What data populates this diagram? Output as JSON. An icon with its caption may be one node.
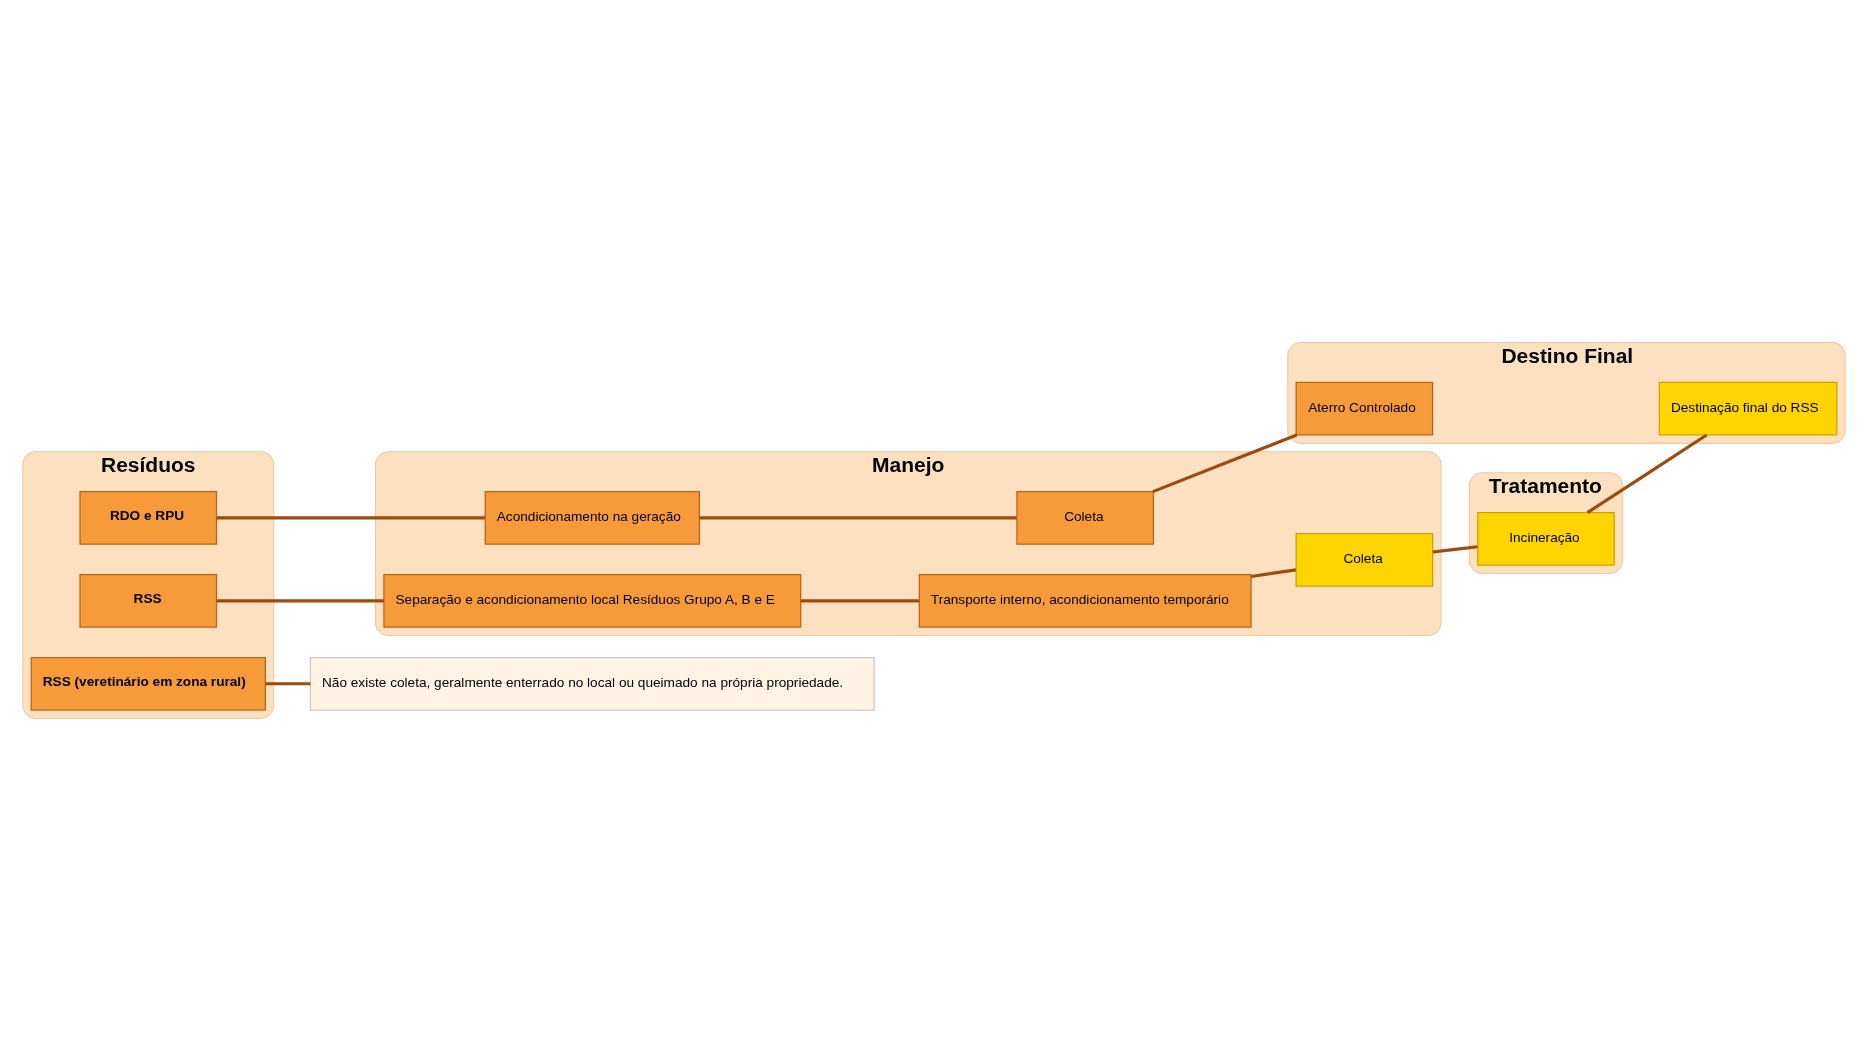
{
  "diagram": {
    "nodes": [
      {
        "text": [
          "Resíduos"
        ]
      },
      {
        "text": [
          "Manejo"
        ]
      },
      {
        "text": [
          "Tratamento"
        ]
      },
      {
        "text": [
          "Destino Final"
        ]
      },
      {
        "text": [
          "RDO e RPU"
        ],
        "in": 0
      },
      {
        "text": [
          "Acondicionamento na geração"
        ],
        "in": 1
      },
      {
        "text": [
          "Coleta"
        ],
        "in": 1
      },
      {
        "text": [
          "Aterro Controlado"
        ],
        "in": 3
      },
      {
        "text": [
          "RSS"
        ],
        "in": 0
      },
      {
        "text": [
          "Separação e acondicionamento local Resíduos Grupo A, B e E"
        ],
        "in": 1
      },
      {
        "text": [
          "Transporte interno, acondicionamento temporário"
        ],
        "in": 1
      },
      {
        "text": [
          "Coleta"
        ],
        "in": 1
      },
      {
        "text": [
          "Incineração"
        ],
        "in": 2
      },
      {
        "text": [
          "Destinação final do RSS"
        ],
        "in": 3
      },
      {
        "text": [
          "RSS (veretinário em zona rural)"
        ],
        "in": 0
      },
      {
        "text": [
          "Não existe coleta, geralmente enterrado no local ou queimado na própria propriedade."
        ]
      }
    ],
    "edges": [
      {
        "from": 4,
        "to": 5,
        "arrow": "none"
      },
      {
        "from": 5,
        "to": 6,
        "arrow": "none"
      },
      {
        "from": 6,
        "to": 7,
        "arrow": "none"
      },
      {
        "from": 8,
        "to": 9,
        "arrow": "none"
      },
      {
        "from": 9,
        "to": 10,
        "arrow": "none"
      },
      {
        "from": 10,
        "to": 11,
        "arrow": "none"
      },
      {
        "from": 11,
        "to": 12,
        "arrow": "none"
      },
      {
        "from": 12,
        "to": 13,
        "arrow": "none"
      },
      {
        "from": 14,
        "to": 15,
        "arrow": "none"
      }
    ]
  }
}
